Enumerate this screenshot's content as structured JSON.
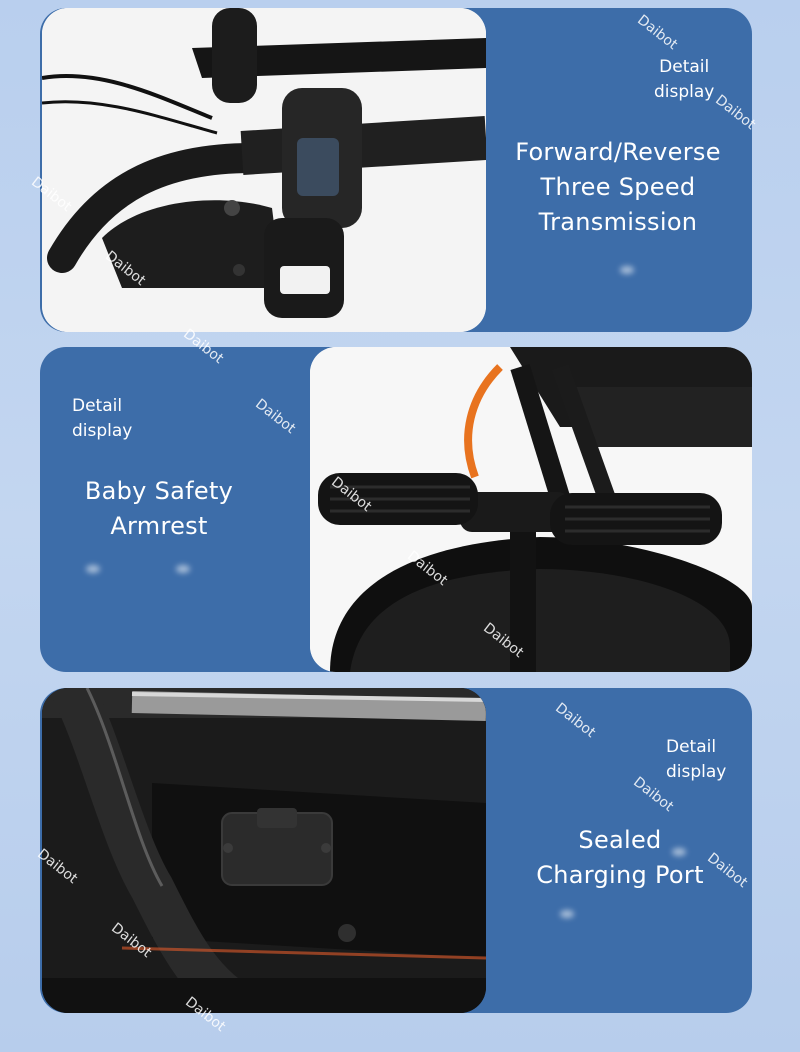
{
  "sections": [
    {
      "detail": "Detail\ndisplay",
      "title_lines": [
        "Forward/Reverse",
        "Three Speed",
        "Transmission"
      ],
      "photo": "handlebar-with-speed-switch"
    },
    {
      "detail": "Detail\ndisplay",
      "title_lines": [
        "Baby Safety",
        "Armrest"
      ],
      "photo": "armrest-bar"
    },
    {
      "detail": "Detail\ndisplay",
      "title_lines": [
        "Sealed",
        "Charging Port"
      ],
      "photo": "charging-port"
    }
  ],
  "watermark": "Daibot",
  "colors": {
    "panel": "#3d6da9",
    "background": "#bdd2ef",
    "text": "#ffffff"
  }
}
